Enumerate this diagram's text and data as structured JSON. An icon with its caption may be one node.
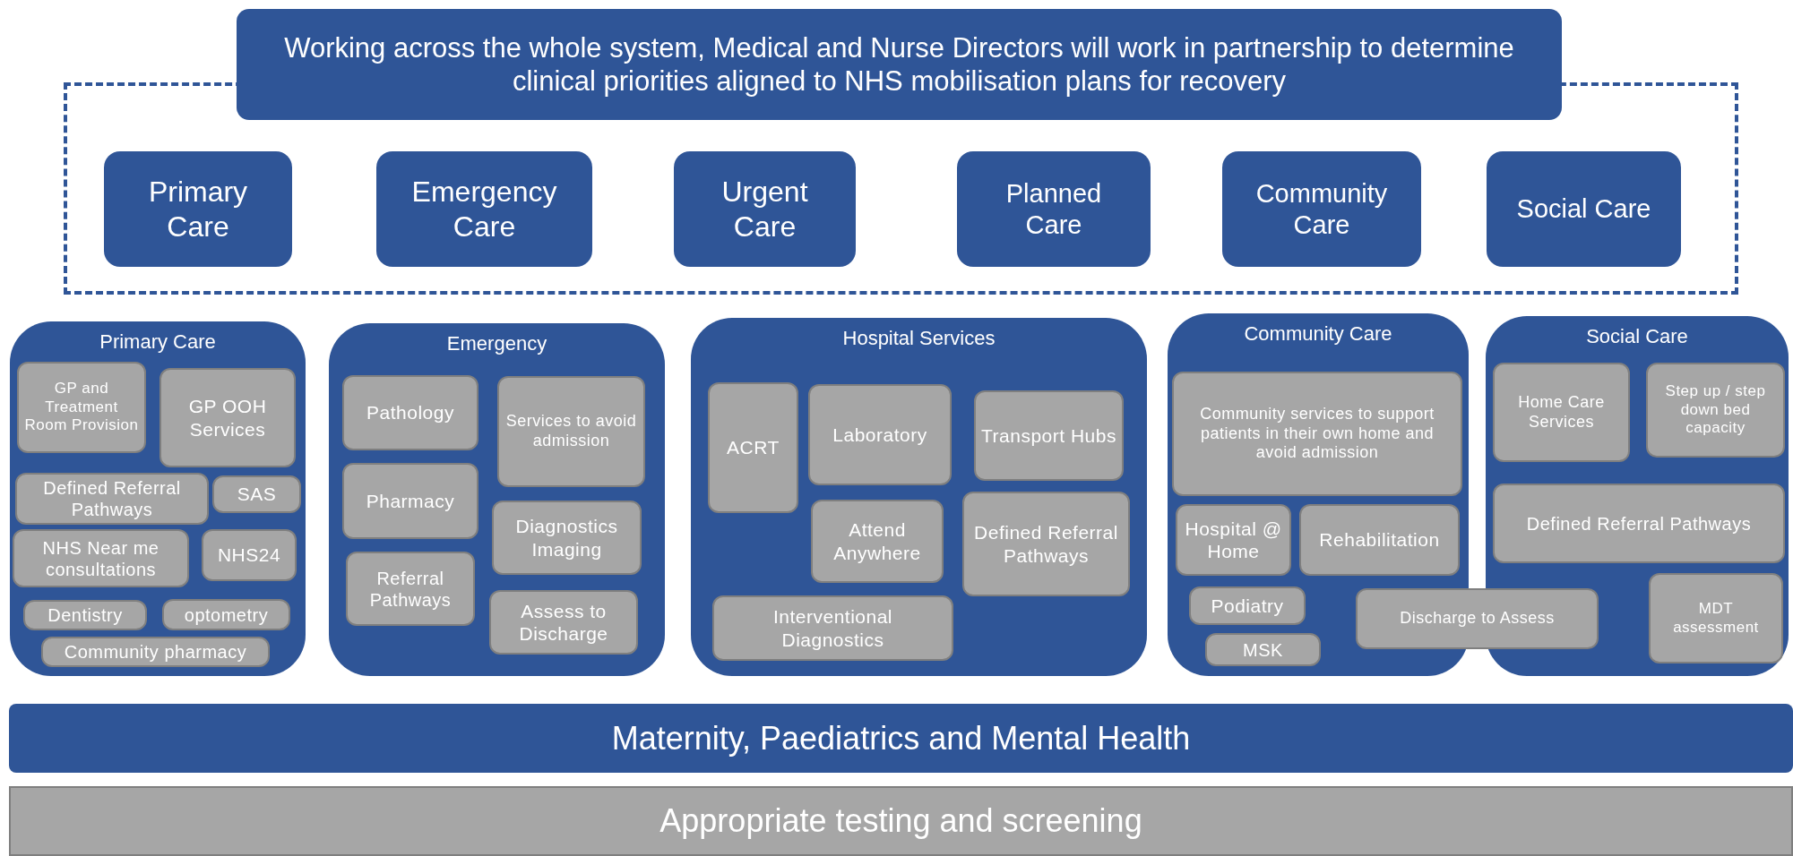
{
  "diagram": {
    "nodes": [
      {
        "text": [
          "Working across the whole system, Medical and Nurse Directors will work in partnership to determine clinical priorities aligned to NHS mobilisation plans for recovery"
        ]
      },
      {
        "text": [],
        "shape": "box"
      },
      {
        "text": [
          "Primary Care"
        ],
        "in": 1
      },
      {
        "text": [
          "Emergency Care"
        ],
        "in": 1
      },
      {
        "text": [
          "Urgent Care"
        ],
        "in": 1
      },
      {
        "text": [
          "Planned Care"
        ],
        "in": 1
      },
      {
        "text": [
          "Community Care"
        ],
        "in": 1
      },
      {
        "text": [
          "Social Care"
        ],
        "in": 1
      },
      {
        "text": [
          "Primary Care"
        ]
      },
      {
        "text": [
          "GP and Treatment Room Provision"
        ],
        "in": 8
      },
      {
        "text": [
          "GP OOH Services"
        ],
        "in": 8
      },
      {
        "text": [
          "Defined Referral Pathways"
        ],
        "in": 8
      },
      {
        "text": [
          "SAS"
        ],
        "in": 8
      },
      {
        "text": [
          "NHS Near me consultations"
        ],
        "in": 8
      },
      {
        "text": [
          "NHS24"
        ],
        "in": 8
      },
      {
        "text": [
          "Dentistry"
        ],
        "in": 8
      },
      {
        "text": [
          "optometry"
        ],
        "in": 8
      },
      {
        "text": [
          "Community pharmacy"
        ],
        "in": 8
      },
      {
        "text": [
          "Emergency"
        ]
      },
      {
        "text": [
          "Pathology"
        ],
        "in": 18
      },
      {
        "text": [
          "Services to avoid admission"
        ],
        "in": 18
      },
      {
        "text": [
          "Pharmacy"
        ],
        "in": 18
      },
      {
        "text": [
          "Diagnostics Imaging"
        ],
        "in": 18
      },
      {
        "text": [
          "Referral Pathways"
        ],
        "in": 18
      },
      {
        "text": [
          "Assess to Discharge"
        ],
        "in": 18
      },
      {
        "text": [
          "Hospital Services"
        ]
      },
      {
        "text": [
          "ACRT"
        ],
        "in": 25
      },
      {
        "text": [
          "Laboratory"
        ],
        "in": 25
      },
      {
        "text": [
          "Transport Hubs"
        ],
        "in": 25
      },
      {
        "text": [
          "Attend Anywhere"
        ],
        "in": 25
      },
      {
        "text": [
          "Defined Referral Pathways"
        ],
        "in": 25
      },
      {
        "text": [
          "Interventional Diagnostics"
        ],
        "in": 25
      },
      {
        "text": [
          "Community Care"
        ]
      },
      {
        "text": [
          "Community services to support patients in their own home and avoid admission"
        ],
        "in": 32
      },
      {
        "text": [
          "Hospital @ Home"
        ],
        "in": 32
      },
      {
        "text": [
          "Rehabilitation"
        ],
        "in": 32
      },
      {
        "text": [
          "Podiatry"
        ],
        "in": 32
      },
      {
        "text": [
          "MSK"
        ],
        "in": 32
      },
      {
        "text": [
          "Discharge to Assess"
        ]
      },
      {
        "text": [
          "Social Care"
        ]
      },
      {
        "text": [
          "Home Care Services"
        ],
        "in": 39
      },
      {
        "text": [
          "Step up / step down bed capacity"
        ],
        "in": 39
      },
      {
        "text": [
          "Defined Referral Pathways"
        ],
        "in": 39
      },
      {
        "text": [
          "MDT assessment"
        ],
        "in": 39
      },
      {
        "text": [
          "Maternity, Paediatrics and Mental Health"
        ]
      },
      {
        "text": [
          "Appropriate testing and screening"
        ]
      }
    ]
  }
}
